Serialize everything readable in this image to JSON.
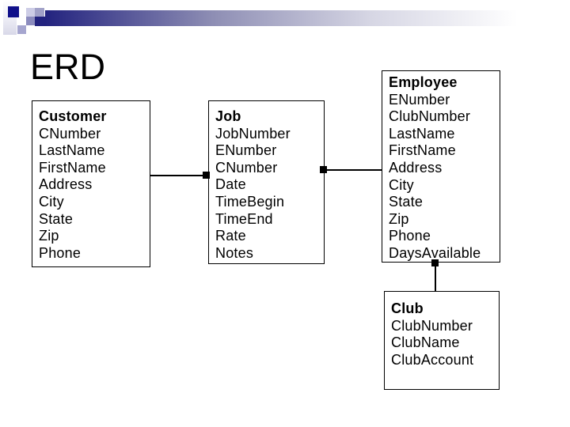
{
  "slide": {
    "title": "ERD"
  },
  "entities": [
    {
      "name": "Customer",
      "attributes": [
        "CNumber",
        "LastName",
        "FirstName",
        "Address",
        "City",
        "State",
        "Zip",
        "Phone"
      ]
    },
    {
      "name": "Job",
      "attributes": [
        "JobNumber",
        "ENumber",
        "CNumber",
        "Date",
        "TimeBegin",
        "TimeEnd",
        "Rate",
        "Notes"
      ]
    },
    {
      "name": "Employee",
      "attributes": [
        "ENumber",
        "ClubNumber",
        "LastName",
        "FirstName",
        "Address",
        "City",
        "State",
        "Zip",
        "Phone",
        "DaysAvailable"
      ]
    },
    {
      "name": "Club",
      "attributes": [
        "ClubNumber",
        "ClubName",
        "ClubAccount"
      ]
    }
  ],
  "connectors": [
    {
      "from": "Customer",
      "to": "Job"
    },
    {
      "from": "Job",
      "to": "Employee"
    },
    {
      "from": "Employee",
      "to": "Club"
    }
  ],
  "colors": {
    "navy": "#10108a",
    "bar_start": "#23237f",
    "lavender": "#cdcde6",
    "gray_blue": "#a2a2c8",
    "slate": "#8c8cbe",
    "lavender2": "#a6a6cf"
  }
}
